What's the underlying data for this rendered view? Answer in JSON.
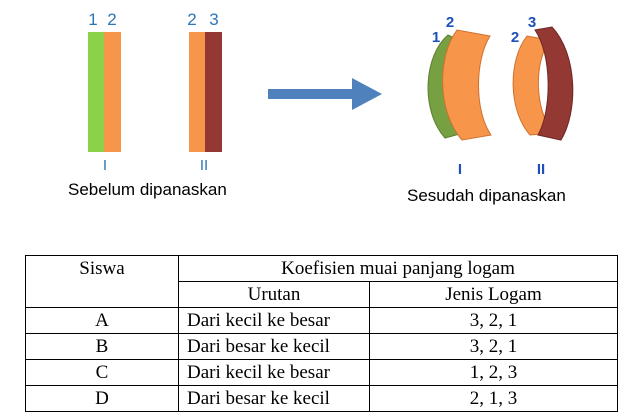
{
  "before": {
    "bar1_labels": [
      "1",
      "2"
    ],
    "bar2_labels": [
      "2",
      "3"
    ],
    "roman_1": "I",
    "roman_2": "II",
    "caption": "Sebelum dipanaskan"
  },
  "after": {
    "strip1_labels": [
      "1",
      "2"
    ],
    "strip2_labels": [
      "2",
      "3"
    ],
    "roman_1": "I",
    "roman_2": "II",
    "caption": "Sesudah dipanaskan"
  },
  "colors": {
    "metal1_green": "#8BD14A",
    "metal2_orange": "#F7964A",
    "metal3_brown": "#943834",
    "bent_green": "#77A043",
    "arrow_blue": "#4F81BD",
    "label_blue": "#1F4FB8"
  },
  "table": {
    "header_siswa": "Siswa",
    "header_main": "Koefisien muai panjang logam",
    "header_urutan": "Urutan",
    "header_jenis": "Jenis Logam",
    "rows": [
      {
        "siswa": "A",
        "urutan": "Dari kecil ke besar",
        "jenis": "3, 2, 1"
      },
      {
        "siswa": "B",
        "urutan": "Dari besar ke kecil",
        "jenis": "3, 2, 1"
      },
      {
        "siswa": "C",
        "urutan": "Dari kecil ke besar",
        "jenis": "1, 2, 3"
      },
      {
        "siswa": "D",
        "urutan": "Dari besar ke kecil",
        "jenis": "2, 1, 3"
      }
    ]
  }
}
